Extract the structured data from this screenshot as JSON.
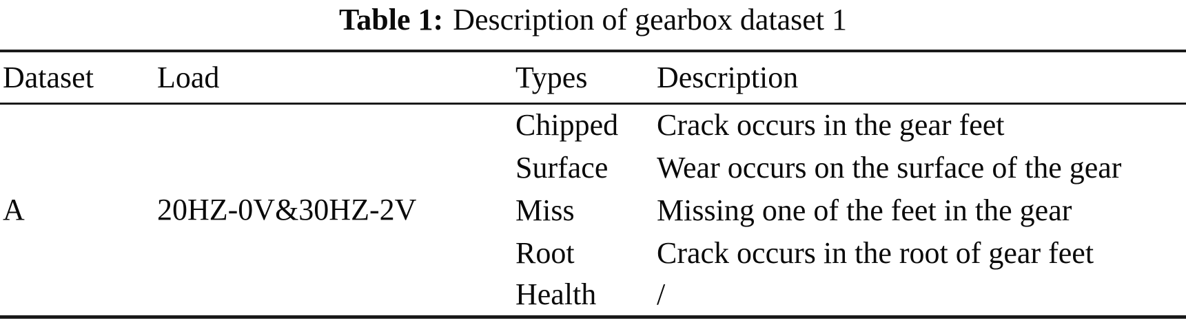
{
  "caption": {
    "label": "Table 1:",
    "text": "Description of gearbox dataset 1"
  },
  "table": {
    "headers": [
      "Dataset",
      "Load",
      "Types",
      "Description"
    ],
    "dataset": "A",
    "load": "20HZ-0V&30HZ-2V",
    "rows": [
      {
        "type": "Chipped",
        "description": "Crack occurs in the gear feet"
      },
      {
        "type": "Surface",
        "description": "Wear occurs on the surface of the gear"
      },
      {
        "type": "Miss",
        "description": "Missing one of the feet in the gear"
      },
      {
        "type": "Root",
        "description": "Crack occurs in the root of gear feet"
      },
      {
        "type": "Health",
        "description": "/"
      }
    ]
  },
  "colors": {
    "background": "#ffffff",
    "text": "#0a0a0a",
    "rule": "#1a1a1a"
  }
}
